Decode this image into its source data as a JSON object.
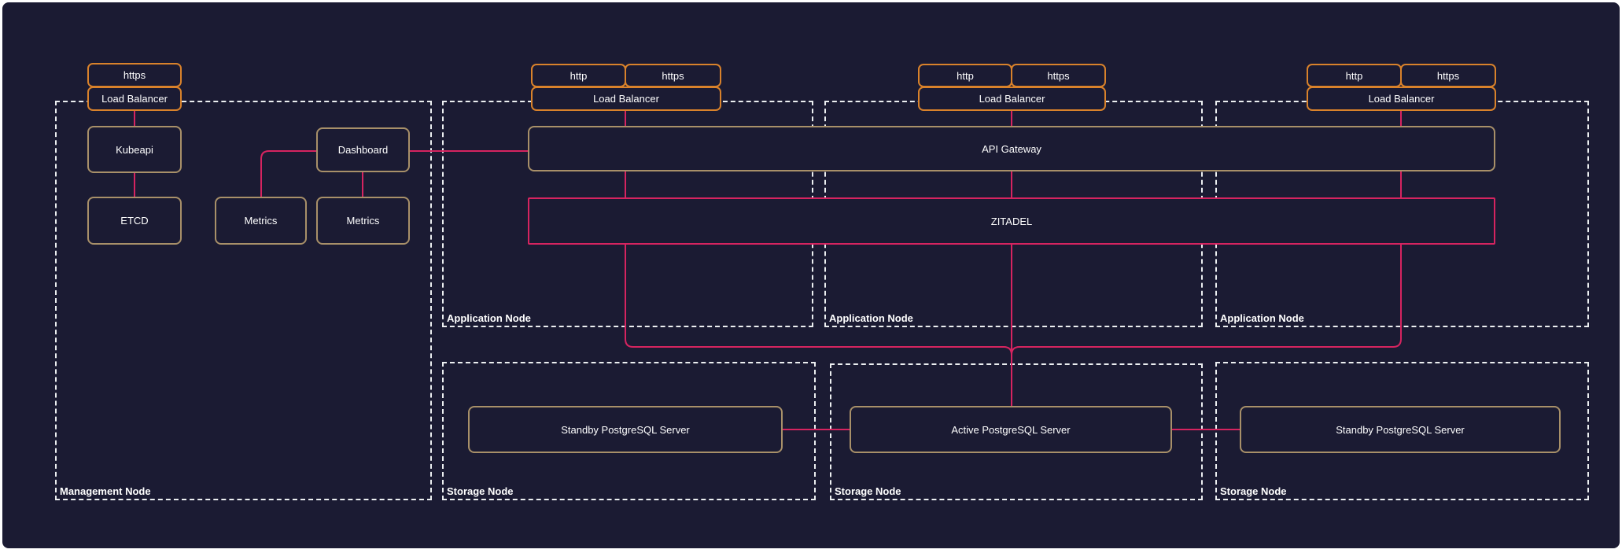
{
  "colors": {
    "canvas_background": "#1b1b33",
    "page_background": "#ffffff",
    "load_balancer_border": "#d9822b",
    "service_border": "#a89069",
    "zitadel_border": "#d62460",
    "edge_line": "#d62460",
    "group_border": "#eceff1",
    "text": "#ffffff"
  },
  "management": {
    "group_label": "Management Node",
    "https_label": "https",
    "lb_label": "Load Balancer",
    "kubeapi": "Kubeapi",
    "etcd": "ETCD",
    "metrics_left": "Metrics",
    "metrics_center": "Metrics",
    "dashboard": "Dashboard"
  },
  "application_nodes": {
    "group_labels": [
      "Application Node",
      "Application Node",
      "Application Node"
    ],
    "lb1": {
      "http": "http",
      "https": "https",
      "label": "Load Balancer"
    },
    "lb2": {
      "http": "http",
      "https": "https",
      "label": "Load Balancer"
    },
    "lb3": {
      "http": "http",
      "https": "https",
      "label": "Load Balancer"
    },
    "api_gateway": "API Gateway",
    "zitadel": "ZITADEL"
  },
  "storage_nodes": {
    "group_labels": [
      "Storage Node",
      "Storage Node",
      "Storage Node"
    ],
    "standby_left": "Standby PostgreSQL Server",
    "active": "Active PostgreSQL Server",
    "standby_right": "Standby PostgreSQL Server"
  },
  "edges": [
    {
      "from": "Load Balancer (Management https)",
      "to": "Kubeapi"
    },
    {
      "from": "Kubeapi",
      "to": "ETCD"
    },
    {
      "from": "Dashboard",
      "to": "Metrics (left)"
    },
    {
      "from": "Dashboard",
      "to": "Metrics (center)"
    },
    {
      "from": "Dashboard",
      "to": "API Gateway"
    },
    {
      "from": "Load Balancer (Application Node 1)",
      "to": "API Gateway"
    },
    {
      "from": "Load Balancer (Application Node 2)",
      "to": "API Gateway"
    },
    {
      "from": "Load Balancer (Application Node 3)",
      "to": "API Gateway"
    },
    {
      "from": "API Gateway",
      "to": "ZITADEL",
      "note": "three vertical connectors"
    },
    {
      "from": "ZITADEL (left drop)",
      "to": "Active PostgreSQL Server"
    },
    {
      "from": "ZITADEL (center drop)",
      "to": "Active PostgreSQL Server"
    },
    {
      "from": "ZITADEL (right drop)",
      "to": "Active PostgreSQL Server"
    },
    {
      "from": "Standby PostgreSQL Server (left)",
      "to": "Active PostgreSQL Server"
    },
    {
      "from": "Active PostgreSQL Server",
      "to": "Standby PostgreSQL Server (right)"
    }
  ]
}
